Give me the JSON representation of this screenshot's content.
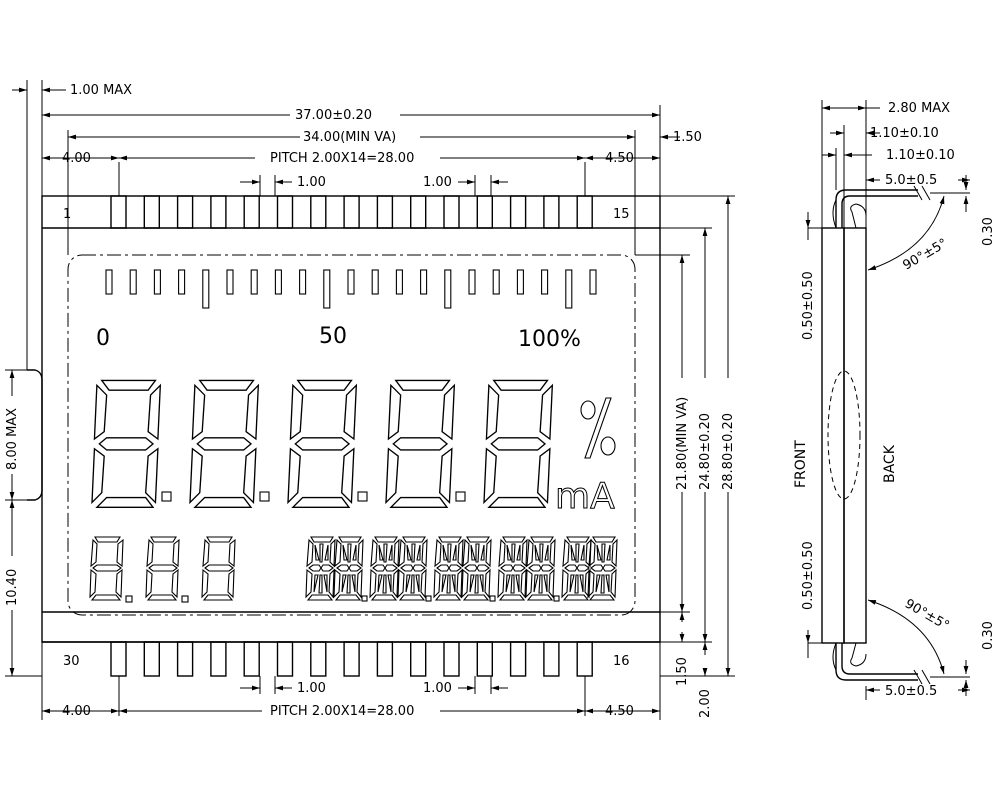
{
  "front_view": {
    "dim_thickness": "1.00 MAX",
    "dim_overall_width": "37.00±0.20",
    "dim_viewing_area": "34.00(MIN VA)",
    "dim_right_margin_top": "1.50",
    "dim_left_offset": "4.00",
    "dim_pitch": "PITCH 2.00X14=28.00",
    "dim_right_offset": "4.50",
    "dim_pin_width_a": "1.00",
    "dim_pin_width_b": "1.00",
    "pin_first_top": "1",
    "pin_last_top": "15",
    "pin_first_bottom": "30",
    "pin_last_bottom": "16",
    "scale_zero": "0",
    "scale_fifty": "50",
    "scale_hundred": "100%",
    "unit_percent": "%",
    "unit_ma": "mA",
    "dim_lead_height": "8.00 MAX",
    "dim_lead_offset": "10.40",
    "dim_va_height": "21.80(MIN VA)",
    "dim_glass_height": "24.80±0.20",
    "dim_overall_height": "28.80±0.20",
    "dim_bottom_margin": "1.50",
    "dim_pin_length": "2.00"
  },
  "side_view": {
    "dim_total_thickness": "2.80 MAX",
    "dim_glass_a": "1.10±0.10",
    "dim_glass_b": "1.10±0.10",
    "dim_lead_bend_top": "5.0±0.5",
    "dim_lead_gap_top": "0.30",
    "dim_angle_top": "90°±5°",
    "dim_pin_offset_top": "0.50±0.50",
    "label_front": "FRONT",
    "label_back": "BACK",
    "dim_pin_offset_bottom": "0.50±0.50",
    "dim_angle_bottom": "90°±5°",
    "dim_lead_gap_bottom": "0.30",
    "dim_lead_bend_bottom": "5.0±0.5"
  }
}
